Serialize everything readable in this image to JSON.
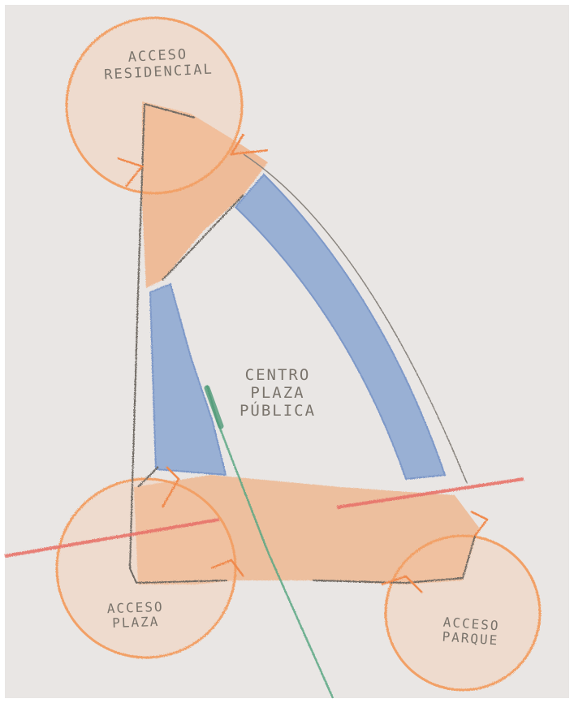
{
  "labels": {
    "acceso_residencial": "ACCESO\nRESIDENCIAL",
    "centro_plaza_publica": "CENTRO\nPLAZA\nPÚBLICA",
    "acceso_plaza": "ACCESO\nPLAZA",
    "acceso_parque": "ACCESO\nPARQUE"
  },
  "colors": {
    "paper": "#e9e6e4",
    "access_orange": "#f2a066",
    "path_blue": "#7f9fcf",
    "axis_red": "#e8736b",
    "axis_green": "#5aa783",
    "pencil": "#6f6a64"
  }
}
